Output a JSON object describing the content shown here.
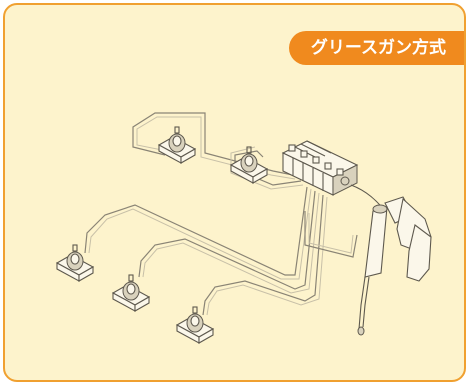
{
  "badge": {
    "label": "グリースガン方式",
    "color": "#f08a1e"
  },
  "panel": {
    "background": "#fdf3cc",
    "border_color": "#f0a030"
  },
  "illustration": {
    "bearing_count": 5,
    "components": [
      "distribution-block",
      "grease-gun",
      "pillow-block-bearing"
    ]
  }
}
